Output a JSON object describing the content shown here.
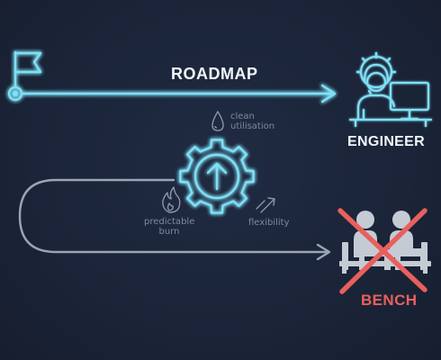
{
  "labels": {
    "roadmap": "ROADMAP",
    "engineer": "ENGINEER",
    "bench": "BENCH",
    "clean_line1": "clean",
    "clean_line2": "utilisation",
    "predictable_line1": "predictable",
    "predictable_line2": "burn",
    "flexibility": "flexibility"
  },
  "icons": {
    "start": "flag-icon",
    "center": "gear-arrow-up-icon",
    "engineer": "engineer-at-computer-icon",
    "bench": "people-on-bench-icon",
    "bench_overlay": "cross-icon",
    "clean": "droplet-icon",
    "predictable": "flame-icon",
    "flexibility": "diagonal-arrow-icon"
  },
  "colors": {
    "background": "#1b2438",
    "glow": "#7fe0f5",
    "neutral_line": "#9aa5b5",
    "cross": "#e8605d",
    "text": "#f2f6fb",
    "muted": "#7e899a"
  }
}
